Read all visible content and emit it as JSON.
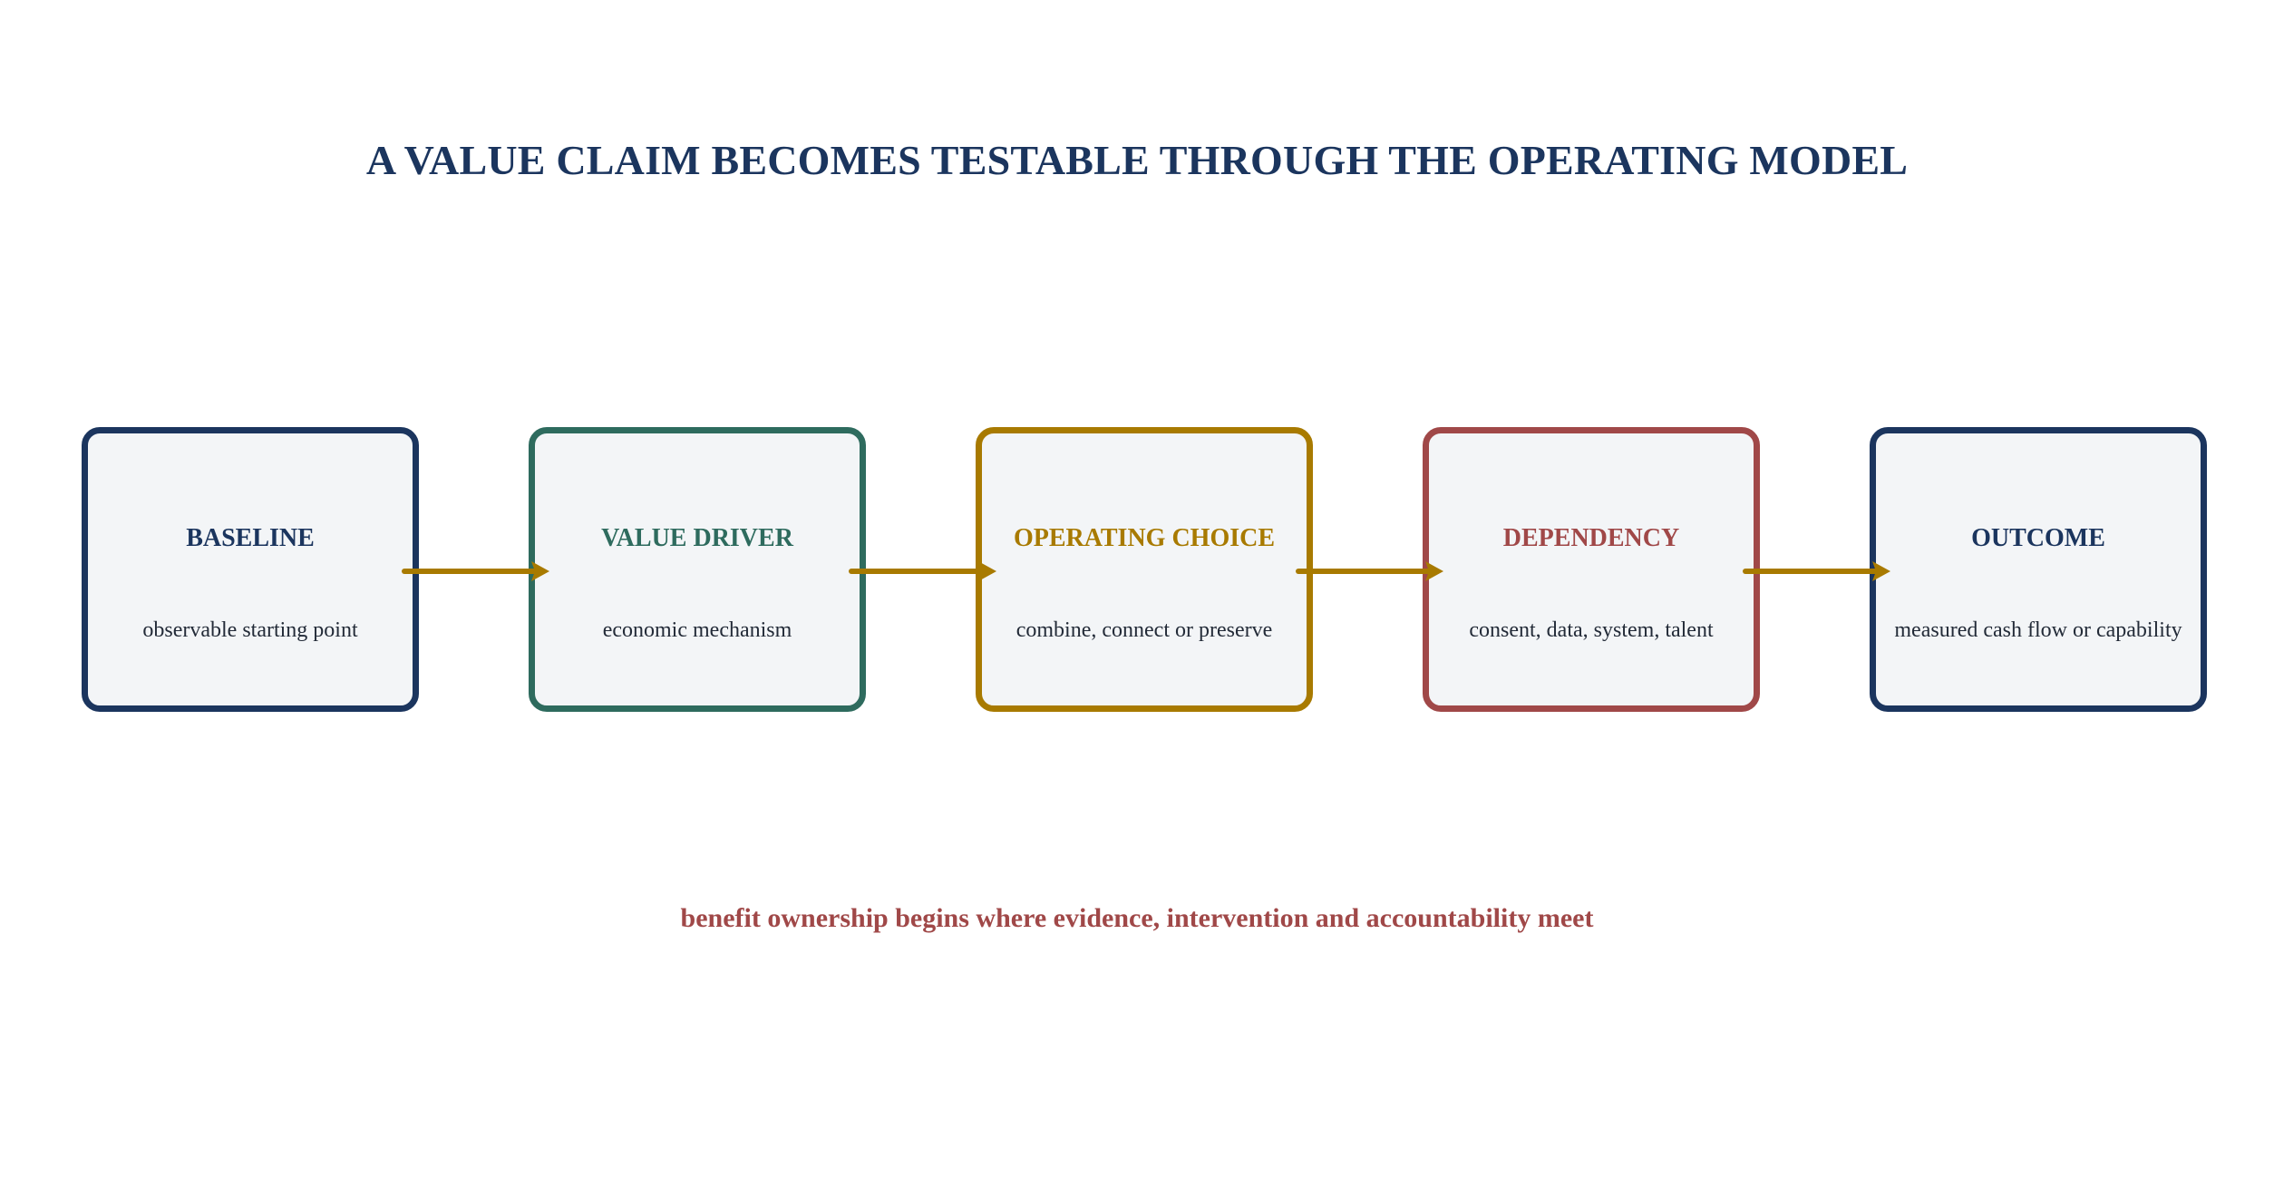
{
  "title": "A VALUE CLAIM BECOMES TESTABLE THROUGH THE OPERATING MODEL",
  "nodes": [
    {
      "label": "BASELINE",
      "desc": "observable starting point",
      "color": "#1b355e"
    },
    {
      "label": "VALUE DRIVER",
      "desc": "economic mechanism",
      "color": "#2e6b5e"
    },
    {
      "label": "OPERATING CHOICE",
      "desc": "combine, connect or preserve",
      "color": "#a87a00"
    },
    {
      "label": "DEPENDENCY",
      "desc": "consent, data, system, talent",
      "color": "#a04848"
    },
    {
      "label": "OUTCOME",
      "desc": "measured cash flow or capability",
      "color": "#1b355e"
    }
  ],
  "arrow_color": "#a87a00",
  "footer": "benefit ownership begins where evidence, intervention and accountability meet"
}
